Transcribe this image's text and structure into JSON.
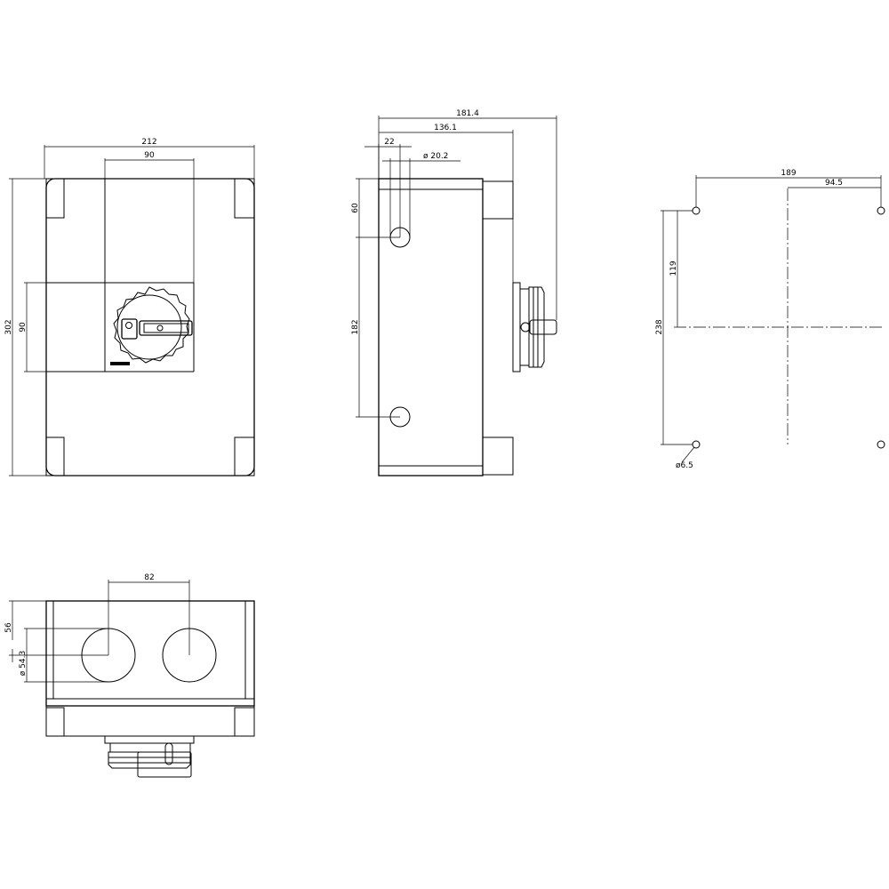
{
  "front_view": {
    "width_label": "212",
    "height_label": "302",
    "window_width_label": "90",
    "window_height_label": "90"
  },
  "side_view": {
    "depth_total_label": "181.4",
    "depth_body_label": "136.1",
    "hole_offset_label": "22",
    "hole_diameter_label": "ø 20.2",
    "top_offset_label": "60",
    "hole_spacing_label": "182"
  },
  "mounting_view": {
    "horizontal_spacing_label": "189",
    "half_spacing_label": "94.5",
    "center_height_label": "119",
    "vertical_spacing_label": "238",
    "hole_diameter_label": "ø6.5"
  },
  "bottom_view": {
    "hole_spacing_label": "82",
    "hole_offset_label": "56",
    "hole_diameter_label": "ø 54.3"
  }
}
